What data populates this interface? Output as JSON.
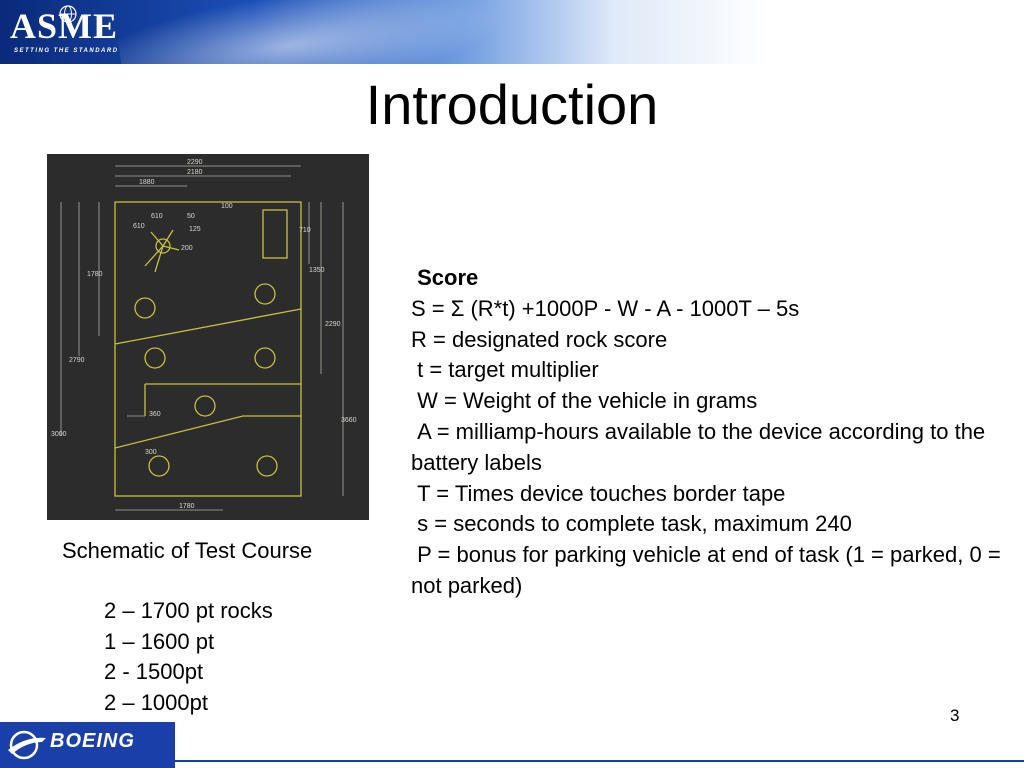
{
  "header": {
    "logo_text": "ASME",
    "logo_tagline": "SETTING THE STANDARD"
  },
  "slide": {
    "title": "Introduction",
    "page_number": "3"
  },
  "figure": {
    "caption": "Schematic of Test Course",
    "dimension_labels": {
      "w2290": "2290",
      "w2180": "2180",
      "w1880": "1880",
      "d100": "100",
      "d610a": "610",
      "d610b": "610",
      "d50": "50",
      "d125": "125",
      "d200": "200",
      "d710": "710",
      "d1350": "1350",
      "d1780l": "1780",
      "d2290r": "2290",
      "d2790": "2790",
      "d3660": "3660",
      "d360": "360",
      "d3000": "3000",
      "d300": "300",
      "w1780": "1780"
    }
  },
  "rocks": [
    "2 – 1700 pt rocks",
    "1 – 1600 pt",
    "2 - 1500pt",
    "2 – 1000pt"
  ],
  "score": {
    "heading": "Score",
    "lines": [
      "S = Σ (R*t) +1000P - W - A - 1000T – 5s",
      "R = designated rock score",
      " t = target multiplier",
      " W = Weight of the vehicle in grams",
      " A = milliamp-hours available to the device according to the battery labels",
      " T = Times device touches border tape",
      " s = seconds to complete task, maximum 240",
      " P = bonus for parking vehicle at end of task (1 = parked, 0 = not parked)"
    ]
  },
  "footer": {
    "logo_text": "BOEING"
  },
  "colors": {
    "header_blue": "#0a2a7a",
    "boeing_blue": "#1a3fa8",
    "schematic_bg": "#2c2c2c",
    "schematic_line": "#c8c040"
  }
}
